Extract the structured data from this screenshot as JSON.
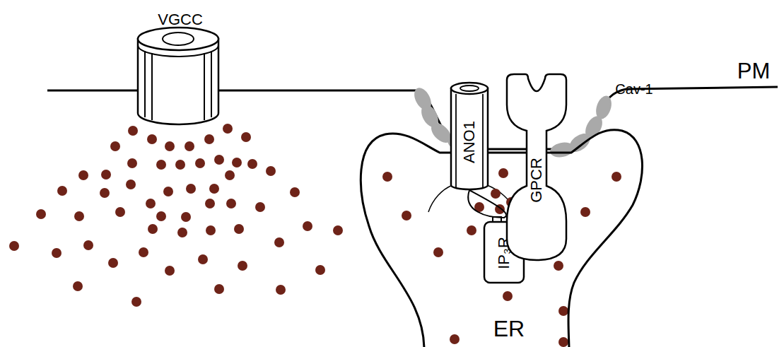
{
  "diagram": {
    "nodes": [
      {
        "text": [
          "VGCC"
        ]
      },
      {
        "text": [
          "ANO1"
        ]
      },
      {
        "text": [
          "GPCR"
        ]
      },
      {
        "text": [
          "ER"
        ]
      },
      {
        "text": [
          "IP₃R"
        ],
        "in": 3
      }
    ],
    "edges": [
      {
        "from": 1,
        "to": 4,
        "arrow": "none"
      }
    ],
    "labels": [
      "PM",
      "Cav-1"
    ]
  }
}
